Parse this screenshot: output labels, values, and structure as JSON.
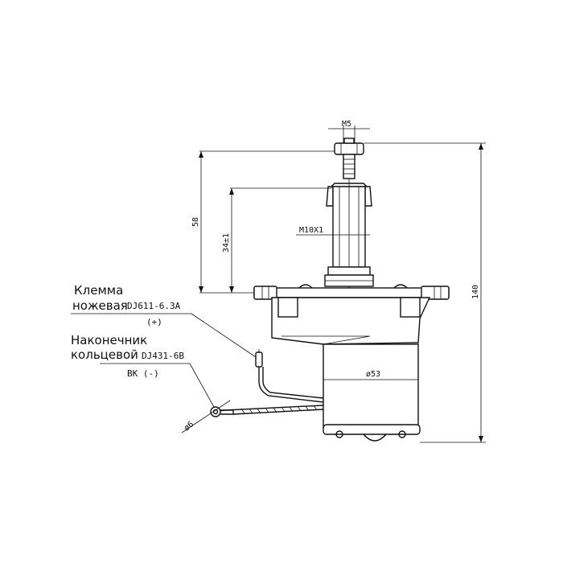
{
  "dimensions": {
    "m5": "M5",
    "h58": "58",
    "h34": "34±1",
    "m10": "M10X1",
    "h140": "140",
    "d53": "ø53",
    "d6": "ø6"
  },
  "labels": {
    "terminal_line1": "Клемма",
    "terminal_line2_ru": "ножевая",
    "terminal_line2_code": "DJ611-6.3A",
    "terminal_polarity": "(+)",
    "ring_line1": "Наконечник",
    "ring_line2_ru": "кольцевой",
    "ring_line2_code": "DJ431-6B",
    "ring_polarity": "BK (-)"
  }
}
